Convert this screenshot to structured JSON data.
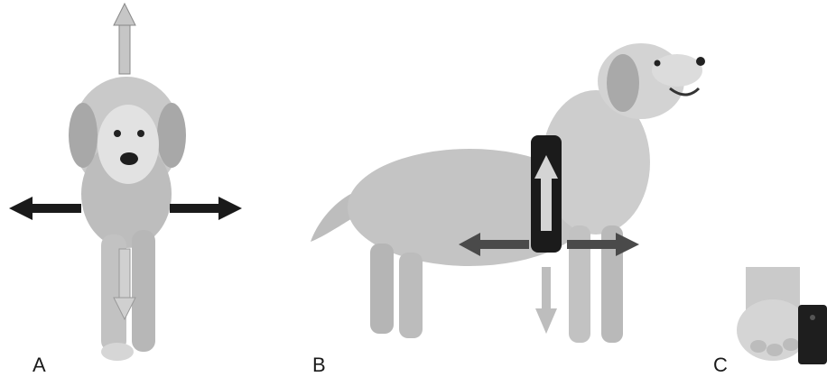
{
  "panels": [
    {
      "label": "A"
    },
    {
      "label": "B"
    },
    {
      "label": "C"
    }
  ],
  "colors": {
    "background": "#ffffff",
    "dog_fur": "#cfcfcf",
    "dog_shadow": "#9a9a9a",
    "dark_arrow": "#1a1a1a",
    "light_arrow": "#c8c8c8",
    "harness": "#1b1b1b"
  },
  "icons": [
    "up-arrow-icon",
    "down-arrow-icon",
    "left-arrow-icon",
    "right-arrow-icon"
  ]
}
